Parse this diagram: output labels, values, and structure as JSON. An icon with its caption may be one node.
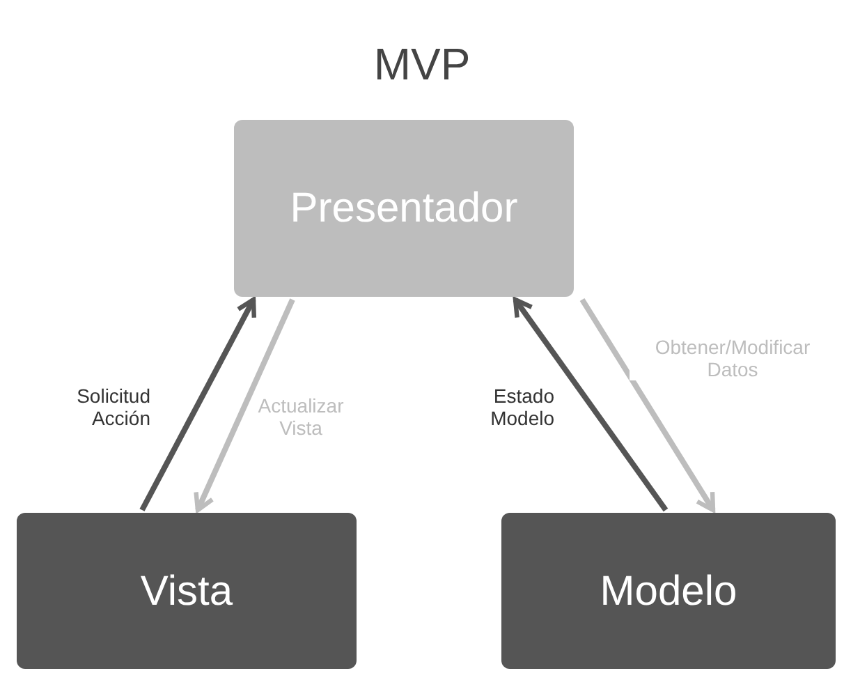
{
  "diagram": {
    "title": "MVP",
    "nodes": [
      {
        "text": [
          "Presentador"
        ]
      },
      {
        "text": [
          "Vista"
        ]
      },
      {
        "text": [
          "Modelo"
        ]
      }
    ],
    "edges": [
      {
        "from": 1,
        "to": 0,
        "arrow": "to",
        "label": "Solicitud Acción"
      },
      {
        "from": 0,
        "to": 1,
        "arrow": "to",
        "label": "Actualizar Vista",
        "color": "#bdbdbd"
      },
      {
        "from": 2,
        "to": 0,
        "arrow": "to",
        "label": "Estado Modelo"
      },
      {
        "from": 0,
        "to": 2,
        "arrow": "to",
        "label": "Obtener/Modificar Datos",
        "color": "#bdbdbd"
      }
    ]
  }
}
